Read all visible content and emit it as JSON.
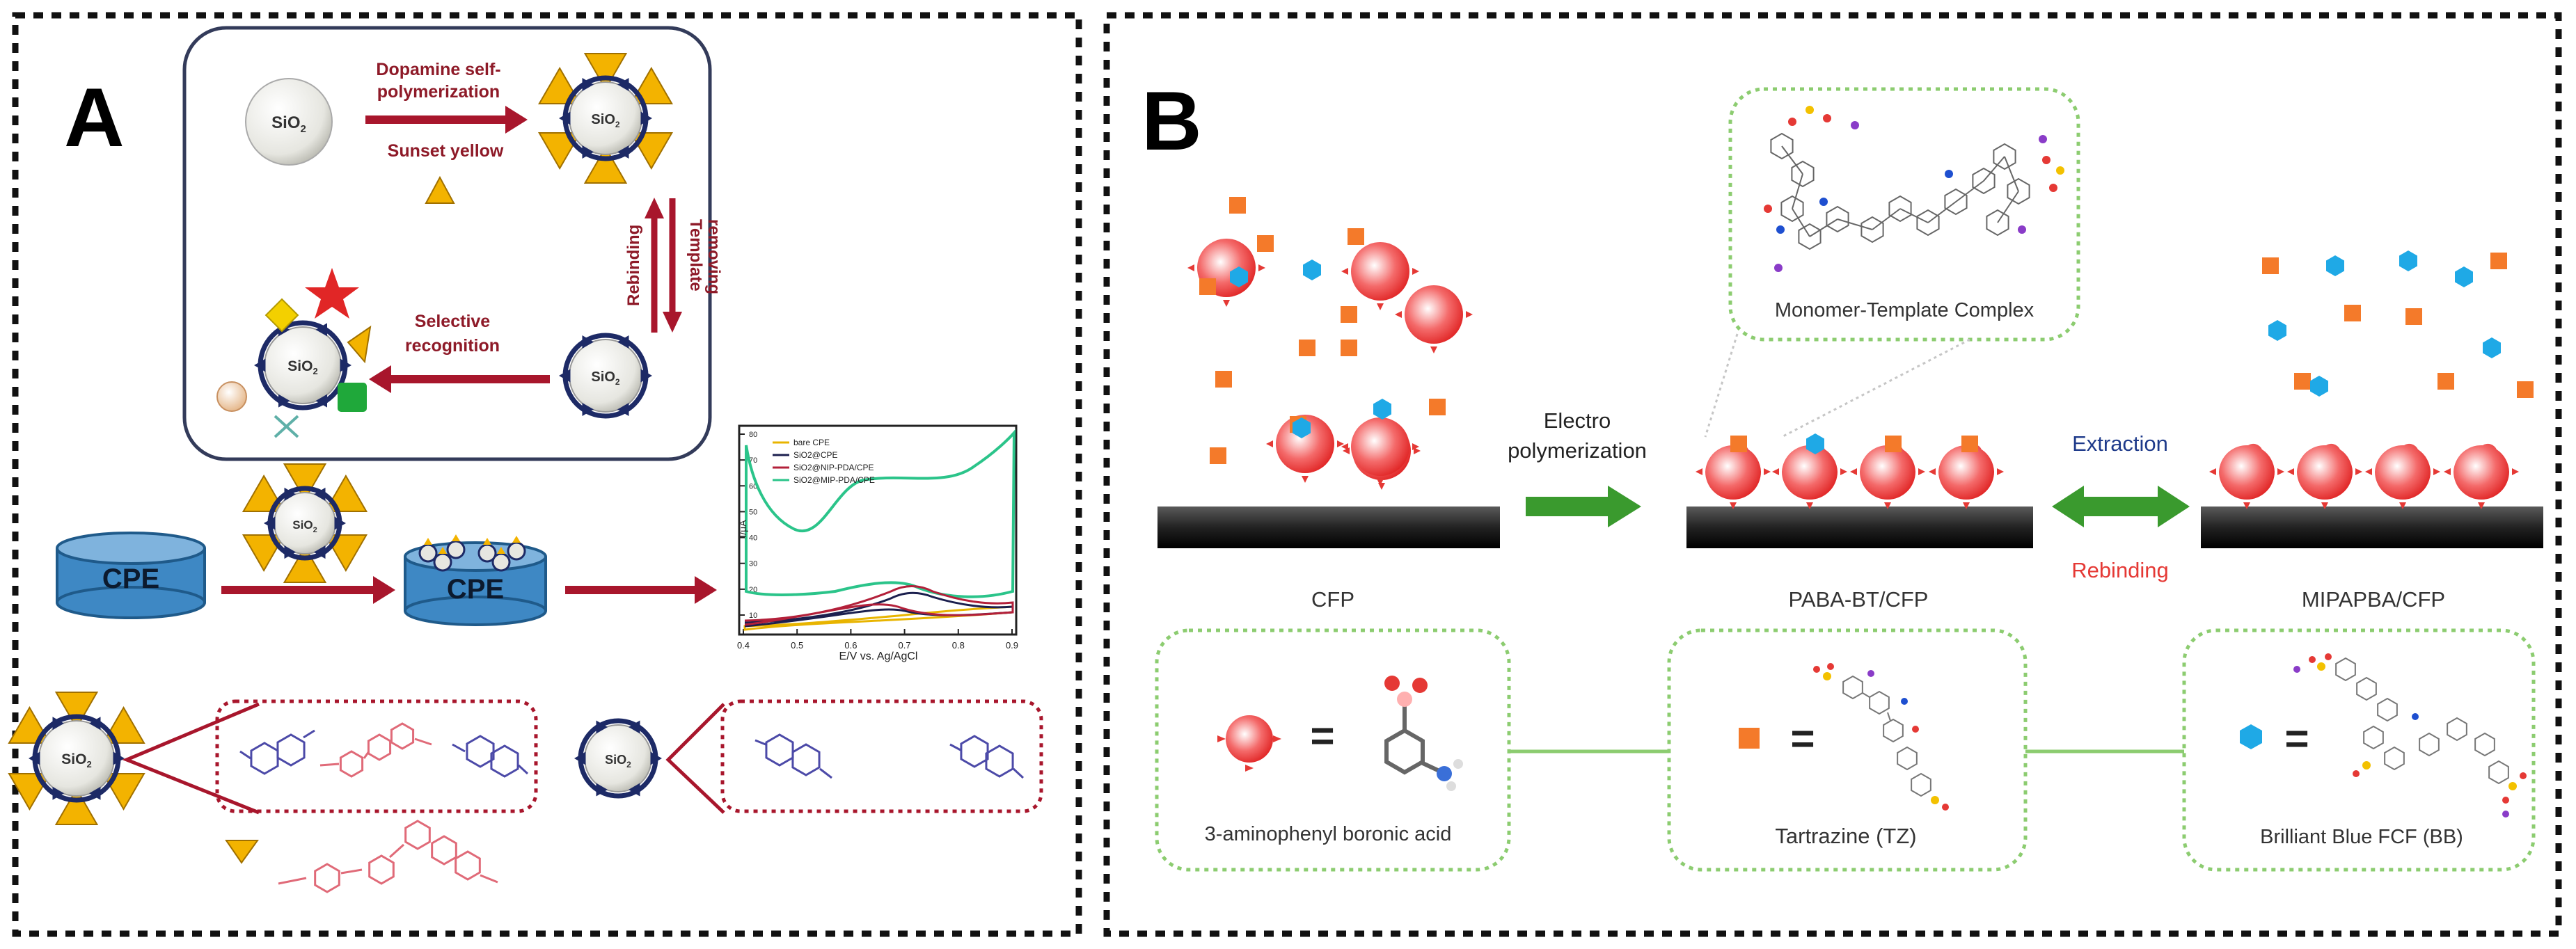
{
  "panel_a": {
    "label": "A",
    "sio2": "SiO",
    "sio2_sub": "2",
    "dopamine_l1": "Dopamine self-",
    "dopamine_l2": "polymerization",
    "sunset_yellow": "Sunset yellow",
    "template_removing_l1": "Template",
    "template_removing_l2": "removing",
    "rebinding": "Rebinding",
    "selective_l1": "Selective",
    "selective_l2": "recognition",
    "cpe": "CPE",
    "legend": [
      "bare CPE",
      "SiO2@CPE",
      "SiO2@NIP-PDA/CPE",
      "SiO2@MIP-PDA/CPE"
    ],
    "legend_colors": [
      "#e8b400",
      "#1b1f4e",
      "#b3203a",
      "#2bc48a"
    ],
    "y_label": "I/μA",
    "x_label": "E/V vs. Ag/AgCl",
    "x_ticks": [
      "0.4",
      "0.5",
      "0.6",
      "0.7",
      "0.8",
      "0.9"
    ],
    "y_ticks": [
      "10",
      "20",
      "30",
      "40",
      "50",
      "60",
      "70",
      "80"
    ]
  },
  "panel_b": {
    "label": "B",
    "complex_label": "Monomer-Template Complex",
    "electro_l1": "Electro",
    "electro_l2": "polymerization",
    "extraction": "Extraction",
    "rebinding": "Rebinding",
    "cfp": "CFP",
    "paba": "PABA-BT/CFP",
    "mipapba": "MIPAPBA/CFP",
    "legend_apba": "3-aminophenyl boronic acid",
    "legend_tz": "Tartrazine (TZ)",
    "legend_bb": "Brilliant Blue FCF (BB)",
    "equals": "="
  },
  "colors": {
    "dark_red": "#a8162c",
    "yellow": "#f3b300",
    "navy": "#1d2a66",
    "cpe_blue": "#3e88c4",
    "orange": "#f47a2a",
    "cyan": "#1fa9e6",
    "green_arrow": "#3a9a2e",
    "dashed_green": "#8ccc70"
  }
}
